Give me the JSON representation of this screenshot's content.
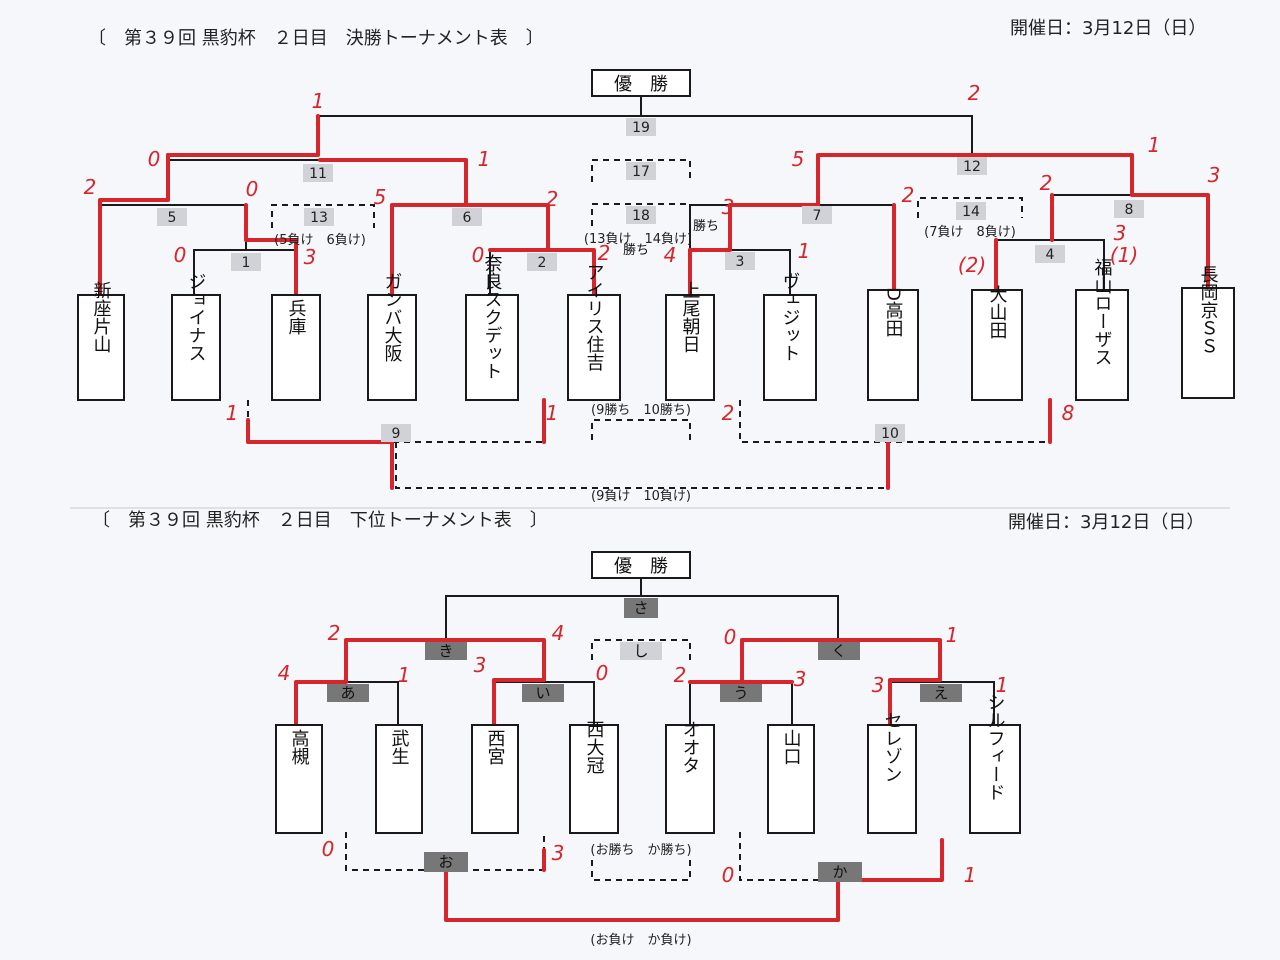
{
  "top": {
    "title": "〔　第３９回 黒豹杯　２日目　決勝トーナメント表　〕",
    "date": "開催日：3月12日（日）",
    "champion_label": "優　勝",
    "match_numbers": [
      "19",
      "12",
      "11",
      "17",
      "18",
      "5",
      "6",
      "7",
      "8",
      "13",
      "14",
      "1",
      "2",
      "3",
      "4",
      "9",
      "10"
    ],
    "sub_labels": [
      "(5負け　6負け)",
      "(13負け　14負け)",
      "(7負け　8負け)",
      "(9勝ち　10勝ち)",
      "(9負け　10負け)"
    ],
    "teams": [
      "新座片山",
      "ジョイナス",
      "兵庫",
      "ガンバ大阪",
      "奈良スクデット",
      "アイリス住吉",
      "上尾朝日",
      "ヴェジット",
      "D高田",
      "大山田",
      "福山ローザス",
      "長岡京ＳＳ"
    ],
    "scores": [
      "1",
      "2",
      "0",
      "1",
      "2",
      "5",
      "5",
      "0",
      "2",
      "0",
      "3",
      "0",
      "2",
      "4",
      "1",
      "2",
      "3",
      "2",
      "3",
      "1",
      "(2)",
      "(1)",
      "3",
      "1",
      "1",
      "8",
      "2",
      "勝ち",
      "勝ち"
    ]
  },
  "bottom": {
    "title": "〔　第３９回 黒豹杯　２日目　下位トーナメント表　〕",
    "date": "開催日：3月12日（日）",
    "champion_label": "優　勝",
    "match_labels": [
      "さ",
      "き",
      "し",
      "く",
      "あ",
      "い",
      "う",
      "え",
      "お",
      "か"
    ],
    "sub_labels": [
      "(お勝ち　か勝ち)",
      "(お負け　か負け)"
    ],
    "teams": [
      "高槻",
      "武生",
      "西宮",
      "西大冠",
      "オオタ",
      "山口",
      "セレゾン",
      "シルフィード"
    ],
    "scores": [
      "2",
      "4",
      "0",
      "1",
      "4",
      "1",
      "3",
      "0",
      "2",
      "3",
      "3",
      "1",
      "0",
      "3",
      "0",
      "1"
    ]
  }
}
